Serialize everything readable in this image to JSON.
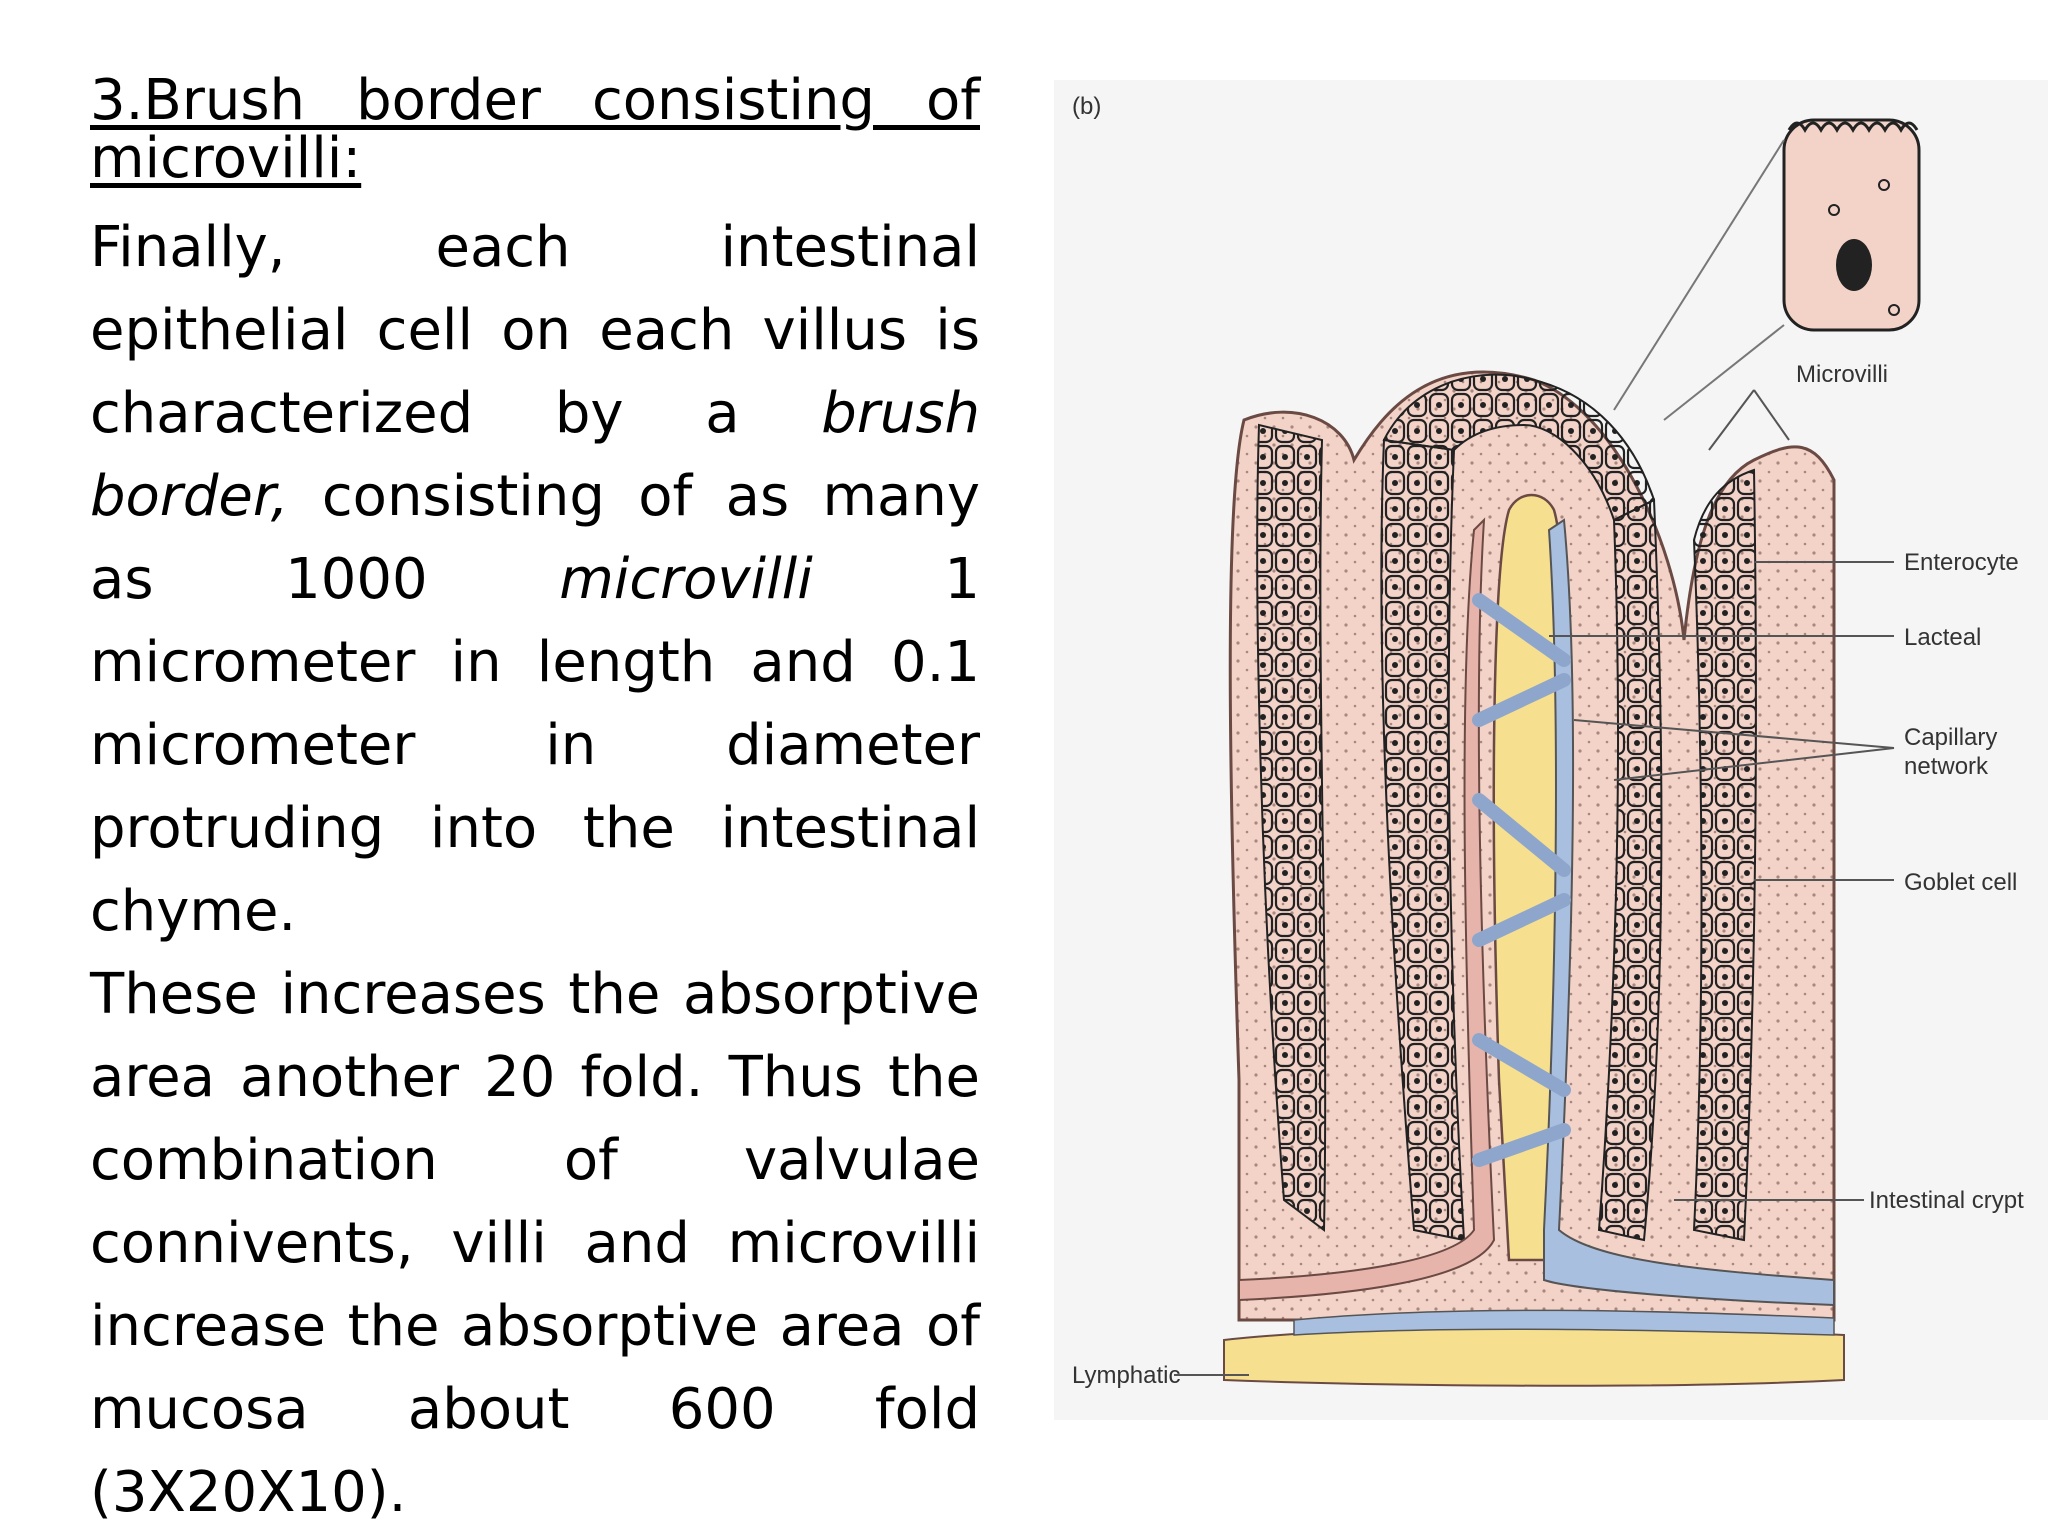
{
  "text": {
    "heading": "3.Brush border consisting of microvilli:",
    "p1": {
      "t1": "Finally, each intestinal epithelial cell on each villus is characterized by a ",
      "e1": "brush border,",
      "t2": " consisting of as many as 1000 ",
      "e2": "microvilli",
      "t3": " 1 micrometer in length and 0.1 micrometer in diameter protruding into the intestinal chyme."
    },
    "p2": "These increases the absorptive area another 20 fold. Thus the combination of valvulae connivents, villi and microvilli increase the absorptive area of mucosa about 600 fold (3X20X10)."
  },
  "figure": {
    "panel_label": "(b)",
    "labels": {
      "microvilli": "Microvilli",
      "enterocyte": "Enterocyte",
      "lacteal": "Lacteal",
      "capillary_1": "Capillary",
      "capillary_2": "network",
      "goblet": "Goblet cell",
      "crypt": "Intestinal crypt",
      "lymphatic": "Lymphatic"
    },
    "colors": {
      "mucosa": "#f3d2c8",
      "lacteal": "#f6e08f",
      "vein": "#a9bfe0",
      "artery": "#e7b4ac",
      "panel": "#f5f5f5"
    }
  }
}
